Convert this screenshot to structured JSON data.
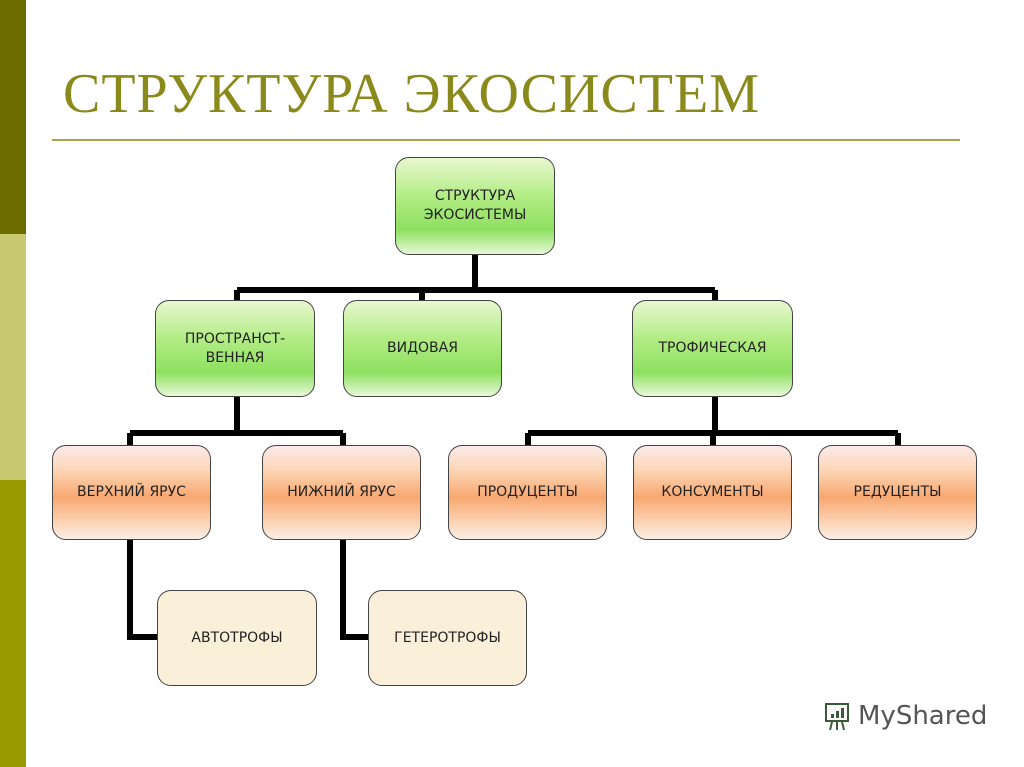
{
  "title": "СТРУКТУРА ЭКОСИСТЕМ",
  "root": "СТРУКТУРА ЭКОСИСТЕМЫ",
  "level2": [
    "ПРОСТРАНСТ-ВЕННАЯ",
    "ВИДОВАЯ",
    "ТРОФИЧЕСКАЯ"
  ],
  "level3": [
    "ВЕРХНИЙ ЯРУС",
    "НИЖНИЙ ЯРУС",
    "ПРОДУЦЕНТЫ",
    "КОНСУМЕНТЫ",
    "РЕДУЦЕНТЫ"
  ],
  "level4": [
    "АВТОТРОФЫ",
    "ГЕТЕРОТРОФЫ"
  ],
  "watermark": "MyShared",
  "colors": {
    "title": "#8a8a1c",
    "bar_dark": "#6b6b00",
    "bar_light": "#c8c870",
    "bar_mid": "#999900"
  }
}
